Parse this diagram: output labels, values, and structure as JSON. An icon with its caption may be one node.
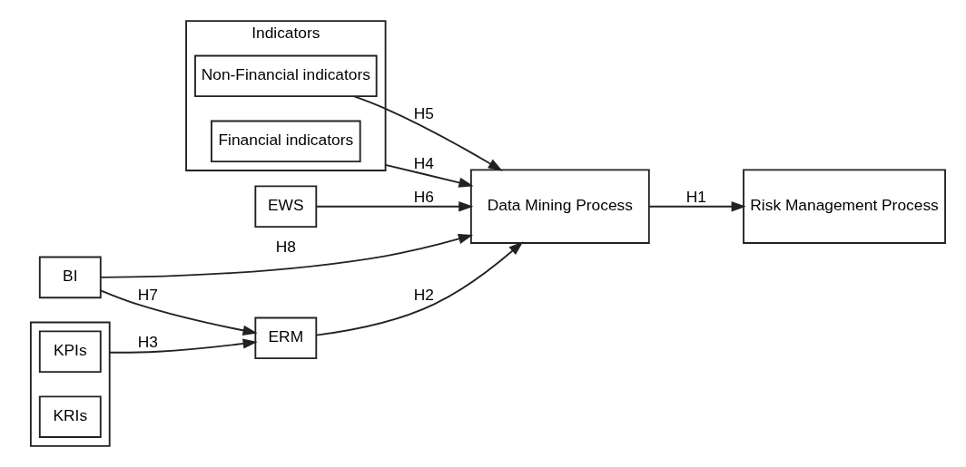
{
  "diagram": {
    "nodes": [
      {
        "text": [
          "Indicators"
        ]
      },
      {
        "text": [
          "Financial indicators"
        ],
        "in": 0
      },
      {
        "text": [
          "Non-Financial indicators"
        ],
        "in": 0
      },
      {
        "text": [
          "EWS"
        ]
      },
      {
        "text": [
          "BI"
        ]
      },
      {
        "text": [
          "ERM"
        ]
      },
      {
        "text": [
          "Data Mining Process"
        ]
      },
      {
        "text": [
          "Risk Management Process"
        ]
      },
      {
        "text": [],
        "shape": "box"
      },
      {
        "text": [
          "KPIs"
        ],
        "in": 8
      },
      {
        "text": [
          "KRIs"
        ],
        "in": 8
      }
    ],
    "edges": [
      {
        "from": 0,
        "to": 6,
        "arrow": "to",
        "label": "H4"
      },
      {
        "from": 2,
        "to": 6,
        "arrow": "to",
        "label": "H5"
      },
      {
        "from": 3,
        "to": 6,
        "arrow": "to",
        "label": "H6"
      },
      {
        "from": 4,
        "to": 6,
        "arrow": "to",
        "label": "H8"
      },
      {
        "from": 4,
        "to": 5,
        "arrow": "to",
        "label": "H7"
      },
      {
        "from": 5,
        "to": 6,
        "arrow": "to",
        "label": "H2"
      },
      {
        "from": 6,
        "to": 7,
        "arrow": "to",
        "label": "H1"
      },
      {
        "from": 8,
        "to": 5,
        "arrow": "to",
        "label": "H3"
      }
    ]
  }
}
